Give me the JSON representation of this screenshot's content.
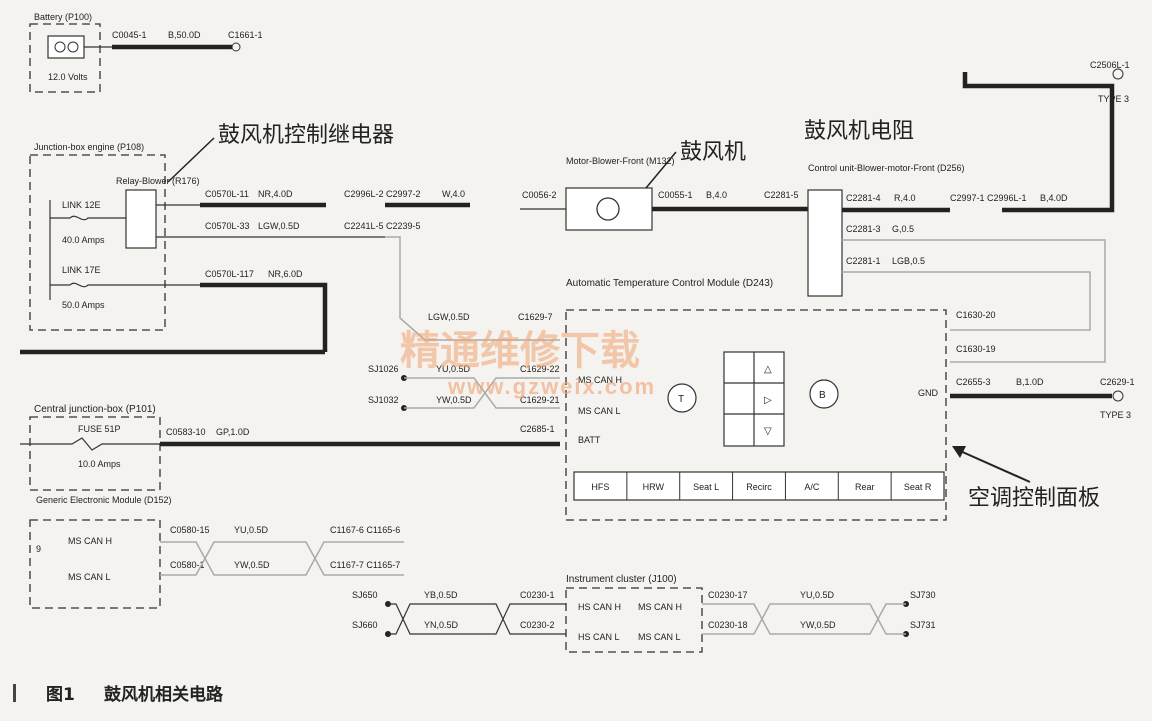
{
  "battery": {
    "title": "Battery (P100)",
    "volts": "12.0 Volts",
    "conn1": "C0045-1",
    "wire": "B,50.0D",
    "conn2": "C1661-1"
  },
  "jbox_engine": {
    "title": "Junction-box engine (P108)",
    "relay": "Relay-Blower (R176)",
    "link1": "LINK 12E",
    "amp1": "40.0 Amps",
    "link2": "LINK 17E",
    "amp2": "50.0 Amps",
    "w1_conn": "C0570L-11",
    "w1": "NR,4.0D",
    "w1_end": "C2996L-2 C2997-2",
    "w1_b": "W,4.0",
    "w2_conn": "C0570L-33",
    "w2": "LGW,0.5D",
    "w2_end": "C2241L-5 C2239-5",
    "w3_conn": "C0570L-117",
    "w3": "NR,6.0D"
  },
  "blower_motor": {
    "title": "Motor-Blower-Front (M132)",
    "left_conn": "C0056-2",
    "right_conn": "C0055-1",
    "wire": "B,4.0",
    "end_conn": "C2281-5"
  },
  "blower_ctrl": {
    "title": "Control unit-Blower-motor-Front (D256)",
    "p1": "C2281-4",
    "p1_wire": "R,4.0",
    "p1_end": "C2997-1 C2996L-1",
    "p1_end_wire": "B,4.0D",
    "p2": "C2281-3",
    "p2_wire": "G,0.5",
    "p3": "C2281-1",
    "p3_wire": "LGB,0.5",
    "top_conn": "C2506L-1",
    "type": "TYPE 3"
  },
  "atc": {
    "title": "Automatic Temperature Control Module (D243)",
    "c1": "C1629-7",
    "lgw": "LGW,0.5D",
    "c2": "C1629-22",
    "c3": "C1629-21",
    "c4": "C2685-1",
    "mscanh": "MS CAN H",
    "mscanl": "MS CAN L",
    "batt": "BATT",
    "r1": "C1630-20",
    "r2": "C1630-19",
    "gnd": "GND",
    "gnd_conn": "C2655-3",
    "gnd_wire": "B,1.0D",
    "gnd_end": "C2629-1",
    "type": "TYPE 3",
    "knob_t": "T",
    "knob_b": "B",
    "btn_up": "△",
    "btn_right": "▷",
    "btn_down": "▽",
    "buttons": [
      "HFS",
      "HRW",
      "Seat L",
      "Recirc",
      "A/C",
      "Rear",
      "Seat R"
    ]
  },
  "splices": {
    "sj1": "SJ1026",
    "sj2": "SJ1032",
    "yu": "YU,0.5D",
    "yw": "YW,0.5D"
  },
  "central": {
    "title": "Central junction-box (P101)",
    "fuse": "FUSE 51P",
    "amp": "10.0 Amps",
    "conn": "C0583-10",
    "wire": "GP,1.0D"
  },
  "gem": {
    "title": "Generic Electronic Module (D152)",
    "num": "9",
    "h": "MS CAN H",
    "l": "MS CAN L",
    "c1": "C0580-15",
    "c2": "C0580-1",
    "yu": "YU,0.5D",
    "yw": "YW,0.5D",
    "e1": "C1167-6 C1165-6",
    "e2": "C1167-7 C1165-7"
  },
  "cluster": {
    "title": "Instrument cluster (J100)",
    "sj1": "SJ650",
    "sj2": "SJ660",
    "yb": "YB,0.5D",
    "yn": "YN,0.5D",
    "c1": "C0230-1",
    "c2": "C0230-2",
    "hsh": "HS CAN H",
    "msh": "MS CAN H",
    "hsl": "HS CAN L",
    "msl": "MS CAN L",
    "c3": "C0230-17",
    "c4": "C0230-18",
    "yu": "YU,0.5D",
    "yw": "YW,0.5D",
    "sj3": "SJ730",
    "sj4": "SJ731"
  },
  "labels": {
    "relay": "鼓风机控制继电器",
    "blower": "鼓风机",
    "resistor": "鼓风机电阻",
    "panel": "空调控制面板"
  },
  "watermark": {
    "cn": "精通维修下载",
    "url": "www.gzweix.com"
  },
  "caption": {
    "fig": "图1",
    "text": "鼓风机相关电路"
  }
}
